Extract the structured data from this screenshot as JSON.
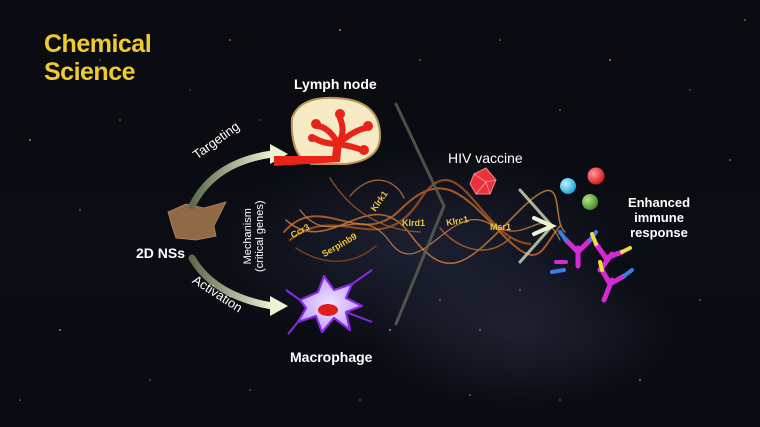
{
  "brand": {
    "line1": "Chemical",
    "line2": "Science",
    "color": "#f0cc2a"
  },
  "labels": {
    "lymph_node": "Lymph node",
    "nanosheets": "2D NSs",
    "targeting": "Targeting",
    "activation": "Activation",
    "mechanism_line1": "Mechanism",
    "mechanism_line2": "(critical genes)",
    "macrophage": "Macrophage",
    "hiv_vaccine": "HIV vaccine",
    "enhanced_line1": "Enhanced",
    "enhanced_line2": "immune",
    "enhanced_line3": "response"
  },
  "genes": [
    "Ccr3",
    "Serpinb9",
    "Klrk1",
    "Klrd1",
    "Klrc1",
    "Msr1"
  ],
  "icons": [
    "nanosheet-icon",
    "lymph-node-icon",
    "macrophage-icon",
    "hiv-vaccine-icon",
    "antigen-spheres-icon",
    "antibody-icon"
  ],
  "colors": {
    "background": "#07080c",
    "lymph_node": "#e8231a",
    "vaccine": "#e8333e",
    "antibody_magenta": "#d42ad4",
    "antibody_blue": "#3a7de8",
    "antibody_yellow": "#f0dc3a",
    "gene_text": "#f2c43a",
    "arrow": "#d8e8c4"
  }
}
